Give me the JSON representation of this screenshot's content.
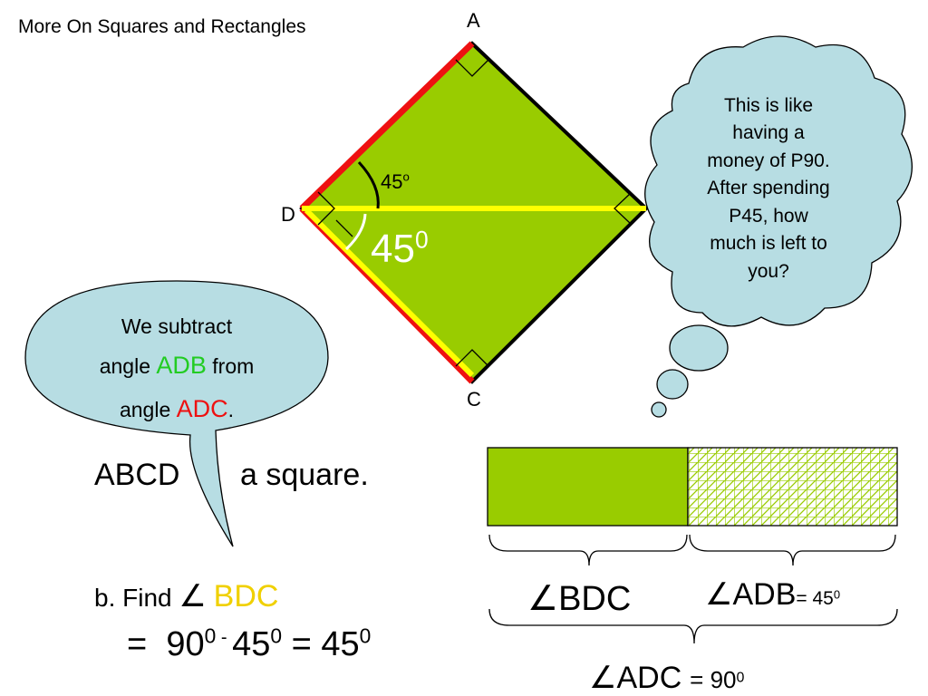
{
  "title": "More On Squares and Rectangles",
  "vertices": {
    "a": "A",
    "c": "C",
    "d": "D"
  },
  "angles": {
    "small": "45",
    "small_sup": "o",
    "big": "45",
    "big_sup": "0"
  },
  "cloud": {
    "lines": [
      "This is like",
      "having a",
      "money of P90.",
      "After spending",
      "P45, how",
      "much is left to",
      "you?"
    ]
  },
  "speech": {
    "line1": "We subtract",
    "line2_pre": "angle ",
    "line2_hl": "ADB",
    "line2_post": " from",
    "line3_pre": "angle ",
    "line3_hl": "ADC",
    "line3_post": "."
  },
  "statement": {
    "left": "ABCD",
    "right": "a square."
  },
  "question": {
    "prefix": "b. Find ",
    "angle_symbol": "∠",
    "name": "BDC"
  },
  "equation": {
    "eq": "=",
    "a": "90",
    "a_sup": "0",
    "minus": "-",
    "b": "45",
    "b_sup": "0",
    "eq2": "=",
    "c": "45",
    "c_sup": "0"
  },
  "bar_labels": {
    "bdc": "∠BDC",
    "adb": "∠ADB",
    "adb_value": "= 45",
    "adb_sup": "0",
    "adc": "∠ADC",
    "adc_value": "= 90",
    "adc_sup": "0"
  },
  "colors": {
    "square_fill": "#99cc00",
    "side_red": "#ee1111",
    "diagonal_yellow": "#ffff00",
    "bubble_fill": "#b7dde3",
    "hatch": "#99cc00"
  }
}
